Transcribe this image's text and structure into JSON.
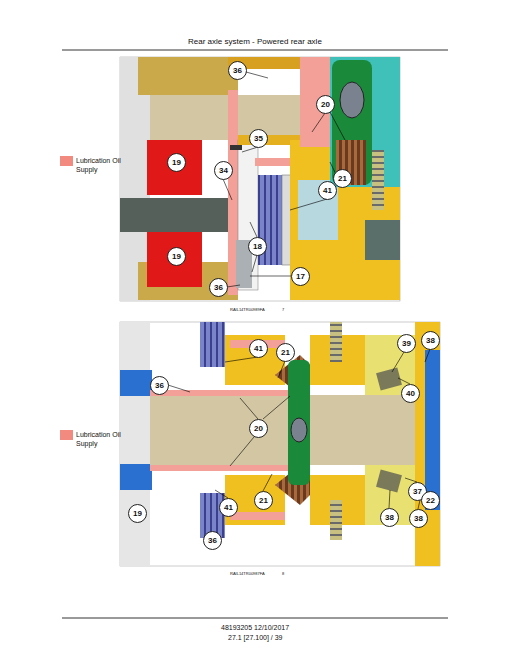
{
  "diagram": {
    "title": "Rear axle system - Powered rear axle",
    "labels": [
      "36",
      "20",
      "35",
      "19",
      "34",
      "21",
      "41",
      "19",
      "18",
      "17",
      "36",
      "RAIL14TR00989FA",
      "7",
      "41",
      "21",
      "39",
      "38",
      "36",
      "40",
      "20",
      "21",
      "19",
      "41",
      "37",
      "22",
      "38",
      "38",
      "36",
      "RAIL14TR00987FA",
      "8",
      "48193205 12/10/2017",
      "27.1 [27.100] / 39"
    ],
    "legend": [
      {
        "text": "Lubrication Oil Supply",
        "color": "#f28a80"
      },
      {
        "text": "Lubrication Oil Supply",
        "color": "#f28a80"
      }
    ]
  }
}
